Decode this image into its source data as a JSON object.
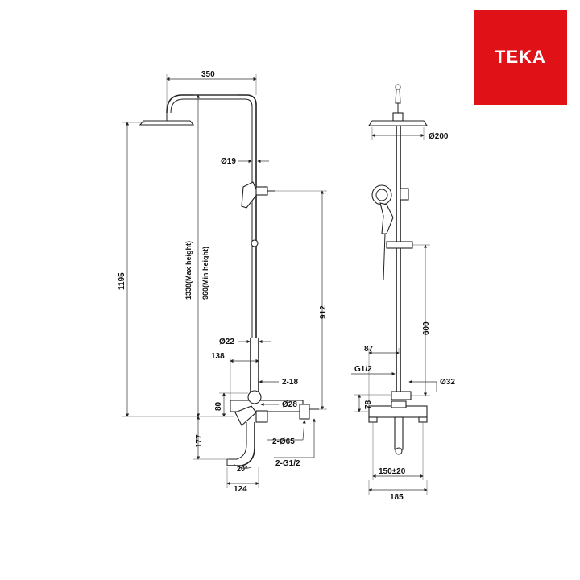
{
  "brand": {
    "logo": "TEKA",
    "color": "#e01218"
  },
  "side_view": {
    "dims": {
      "head_reach": "350",
      "total_height": "1195",
      "max_min_height": "1338(Max height)",
      "min_height": "960(Min height)",
      "upper_pipe_dia": "Ø19",
      "lower_pipe_dia": "Ø22",
      "diverter_height": "912",
      "mixer_offset": "138",
      "connector": "2-18",
      "valve_height": "80",
      "valve_dia": "Ø28",
      "spout_height": "177",
      "escutcheon": "2-Ø65",
      "angle": "20°",
      "thread": "2-G1/2",
      "spout_reach": "124"
    }
  },
  "front_view": {
    "dims": {
      "head_dia": "Ø200",
      "slide_height": "600",
      "pipe_offset": "87",
      "thread": "G1/2",
      "lower_pipe_dia": "Ø32",
      "valve_height": "78",
      "centers": "150±20",
      "width": "185"
    }
  }
}
